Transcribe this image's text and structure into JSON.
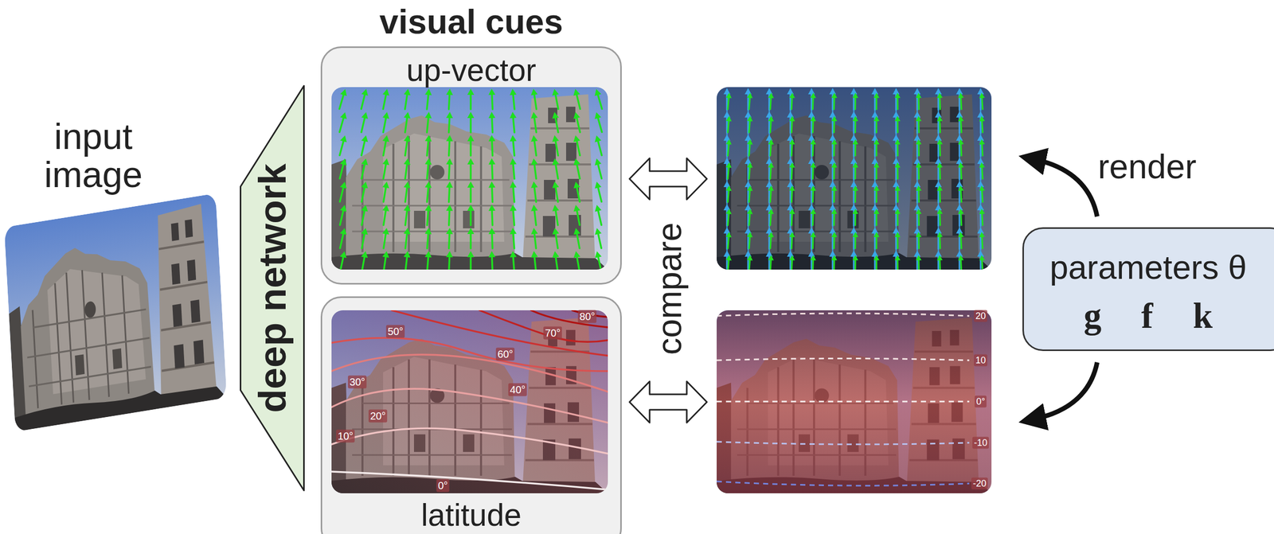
{
  "diagram": {
    "nodes": [
      {
        "text": [
          "deep network"
        ]
      },
      {
        "text": [
          "up-vector"
        ]
      },
      {
        "text": [
          "latitude"
        ]
      },
      {
        "text": [
          "parameters θ",
          "g f k"
        ]
      }
    ],
    "labels": [
      "input image",
      "visual cues",
      "compare",
      "render",
      "80°",
      "70°",
      "60°",
      "50°",
      "30°",
      "40°",
      "20°",
      "10°",
      "0°",
      "20",
      "10",
      "0°",
      "-10",
      "-20"
    ]
  }
}
